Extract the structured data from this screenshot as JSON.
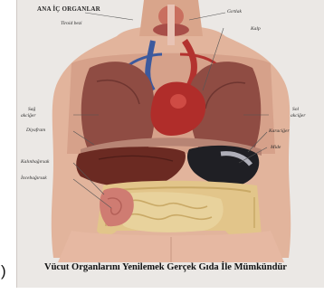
{
  "diagram": {
    "title": "ANA İÇ ORGANLAR",
    "caption": "Vücut Organlarını Yenilemek Gerçek Gıda İle Mümkündür",
    "left_mark": ")",
    "labels": {
      "tiroid": "Tiroid bezi",
      "girtlak": "Gırtlak",
      "kalp": "Kalp",
      "sag_akciger_1": "Sağ",
      "sag_akciger_2": "akciğer",
      "sol_akciger_1": "Sol",
      "sol_akciger_2": "akciğer",
      "diyafram": "Diyafram",
      "karaciger": "Karaciğer",
      "mide": "Mide",
      "kalin_bagirsak": "Kalınbağırsak",
      "ince_bagirsak": "İncebağırsak"
    }
  }
}
